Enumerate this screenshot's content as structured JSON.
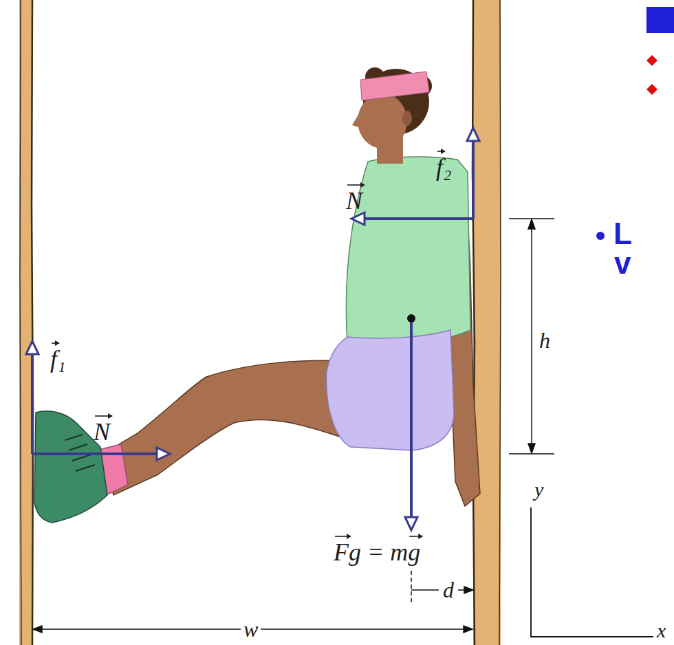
{
  "diagram": {
    "labels": [
      "L",
      "v",
      "f₂",
      "N",
      "h",
      "f₁",
      "N",
      "y",
      "Fg = mg",
      "d",
      "w",
      "x"
    ]
  }
}
